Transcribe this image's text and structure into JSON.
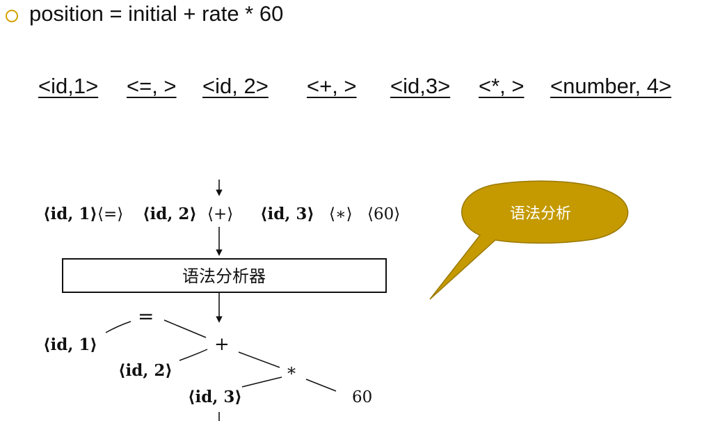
{
  "statement": {
    "text": "position = initial + rate * 60"
  },
  "tokens": [
    "<id,1>",
    "<=, >",
    "<id, 2>",
    "<+, >",
    "<id,3>",
    "<*, >",
    "<number, 4>"
  ],
  "figure": {
    "input_tokens": {
      "t1": "⟨id, 1⟩",
      "t2": "⟨=⟩",
      "t3": "⟨id, 2⟩",
      "t4": "⟨+⟩",
      "t5": "⟨id, 3⟩",
      "t6": "⟨∗⟩",
      "t7": "⟨60⟩"
    },
    "parser_box_label": "语法分析器",
    "tree": {
      "assign_op": "=",
      "plus_op": "+",
      "times_op": "*",
      "leaf_id1": "⟨id, 1⟩",
      "leaf_id2": "⟨id, 2⟩",
      "leaf_id3": "⟨id, 3⟩",
      "leaf_num": "60"
    }
  },
  "callout": {
    "label": "语法分析",
    "fill_color": "#c49a00",
    "stroke_color": "#9a7800",
    "text_color": "#ffffff"
  }
}
